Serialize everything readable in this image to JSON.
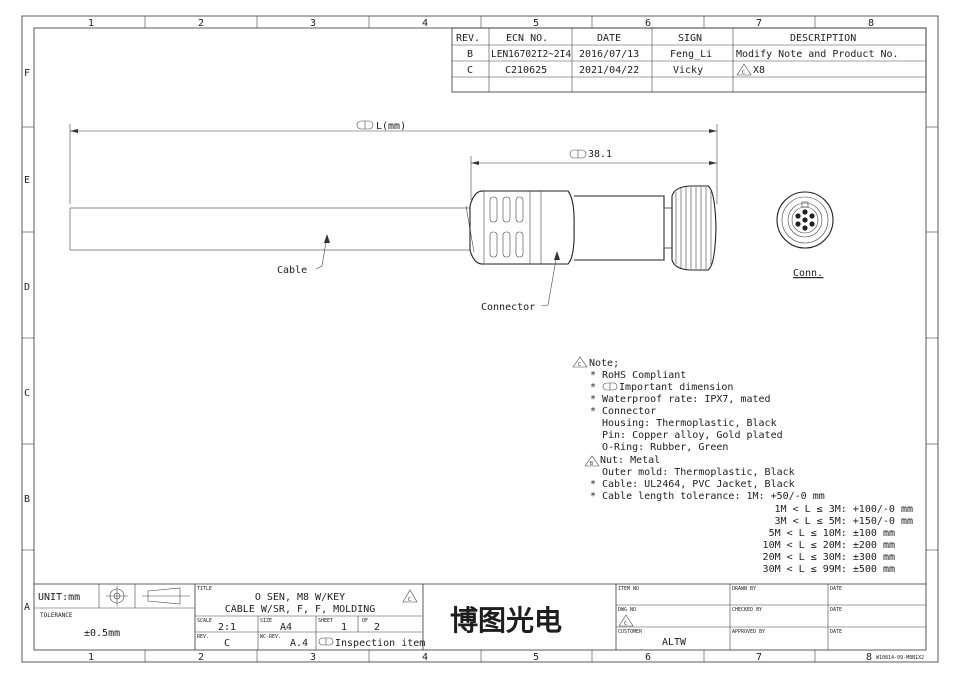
{
  "zones": {
    "columns": [
      "1",
      "2",
      "3",
      "4",
      "5",
      "6",
      "7",
      "8"
    ],
    "rows": [
      "F",
      "E",
      "D",
      "C",
      "B",
      "A"
    ]
  },
  "revision_table": {
    "headers": [
      "REV.",
      "ECN NO.",
      "DATE",
      "SIGN",
      "DESCRIPTION"
    ],
    "rows": [
      {
        "rev": "B",
        "ecn": "LEN16702I2~2I4",
        "date": "2016/07/13",
        "sign": "Feng_Li",
        "desc": "Modify Note and Product No."
      },
      {
        "rev": "C",
        "ecn": "C210625",
        "date": "2021/04/22",
        "sign": "Vicky",
        "desc_flag": "C",
        "desc": "X8"
      }
    ]
  },
  "drawing": {
    "dim_length": "L(mm)",
    "dim_connector": "38.1",
    "label_cable": "Cable",
    "label_connector": "Connector",
    "label_conn_view": "Conn."
  },
  "notes": {
    "flag_header": "C",
    "header": "Note;",
    "lines": [
      {
        "bullet": "*",
        "text": "RoHS Compliant"
      },
      {
        "bullet": "*",
        "text": "Important dimension"
      },
      {
        "bullet": "*",
        "text": "Waterproof rate: IPX7, mated"
      },
      {
        "bullet": "*",
        "text": "Connector"
      },
      {
        "bullet": "",
        "text": "Housing: Thermoplastic, Black"
      },
      {
        "bullet": "",
        "text": "Pin: Copper alloy, Gold plated"
      },
      {
        "bullet": "",
        "text": "O-Ring: Rubber, Green"
      },
      {
        "bullet": "",
        "flag": "B",
        "text": "Nut: Metal"
      },
      {
        "bullet": "",
        "text": "Outer mold: Thermoplastic, Black"
      },
      {
        "bullet": "*",
        "text": "Cable: UL2464, PVC Jacket, Black"
      },
      {
        "bullet": "*",
        "text": "Cable length tolerance: 1M: +50/-0 mm"
      }
    ],
    "tolerances": [
      "1M < L ≤  3M: +100/-0 mm",
      "3M < L ≤  5M: +150/-0 mm",
      "5M < L ≤ 10M: ±100 mm",
      "10M < L ≤ 20M: ±200 mm",
      "20M < L ≤ 30M: ±300 mm",
      "30M < L ≤ 99M: ±500 mm"
    ]
  },
  "title_block": {
    "unit": "UNIT:mm",
    "tolerance_label": "TOLERANCE",
    "tolerance_value": "±0.5mm",
    "title_label": "TITLE",
    "title_line1": "O SEN, M8 W/KEY",
    "title_line2": "CABLE W/SR, F, F, MOLDING",
    "title_flag": "C",
    "scale_label": "SCALE",
    "scale_value": "2:1",
    "size_label": "SIZE",
    "size_value": "A4",
    "sheet_label": "SHEET",
    "sheet_value": "1",
    "of_label": "OF",
    "of_value": "2",
    "rev_label": "REV.",
    "rev_value": "C",
    "wcrev_label": "WC-REV.",
    "wcrev_value": "A.4",
    "inspection": "Inspection item",
    "company": "博图光电",
    "item_no_label": "ITEM NO",
    "dwg_no_label": "DWG NO",
    "dwg_flag": "C",
    "customer_label": "CUSTOMER",
    "customer_value": "ALTW",
    "drawn_by": "DRAWN BY",
    "checked_by": "CHECKED BY",
    "approved_by": "APPROVED BY",
    "date_label": "DATE",
    "footer_code": "W10814-09-M8B1X2"
  }
}
